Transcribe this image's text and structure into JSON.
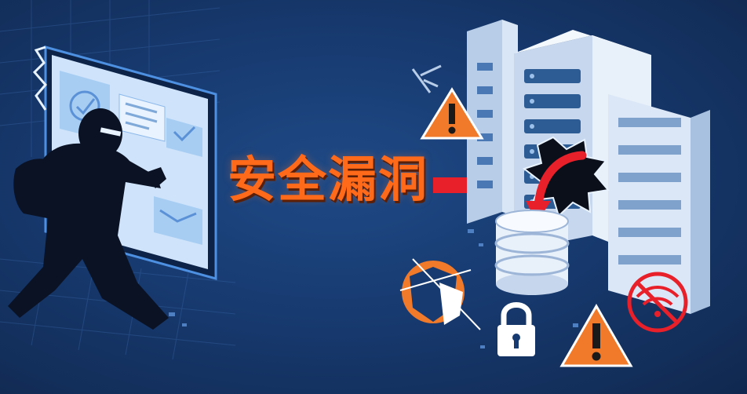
{
  "headline": "安全漏洞",
  "colors": {
    "background": "#173a70",
    "headline": "#ff6a1a",
    "arrow": "#e8202a",
    "warning": "#f07a2a",
    "server": "#dde8f6"
  },
  "icons": [
    "hacker-silhouette",
    "compromised-monitor",
    "server-rack",
    "database-icon",
    "warning-icon",
    "padlock-icon",
    "no-wifi-icon",
    "broken-shield-icon",
    "explosion-burst-icon",
    "red-arrow-icon"
  ]
}
